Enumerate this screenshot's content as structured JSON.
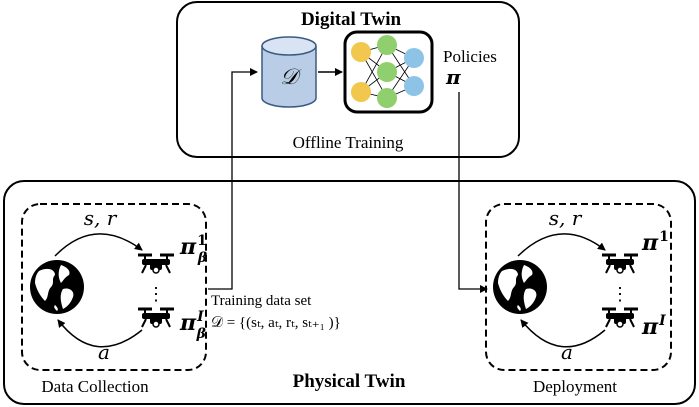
{
  "digital_twin": {
    "title": "Digital Twin",
    "dataset_symbol": "𝒟",
    "policies_label": "Policies",
    "policies_symbol": "π",
    "offline_training_label": "Offline Training"
  },
  "physical_twin": {
    "title": "Physical Twin",
    "training_data_label": "Training data set",
    "training_data_formula": "𝒟 = {(sₜ, aₜ, rₜ, sₜ₊₁ )}"
  },
  "data_collection": {
    "label": "Data Collection",
    "top_arc_label": "s, r",
    "bottom_arc_label": "a",
    "policy_top_main": "π",
    "policy_top_sub": "β",
    "policy_top_sup": "1",
    "policy_bottom_main": "π",
    "policy_bottom_sub": "β",
    "policy_bottom_sup": "I",
    "dots": "⋮"
  },
  "deployment": {
    "label": "Deployment",
    "top_arc_label": "s, r",
    "bottom_arc_label": "a",
    "policy_top_main": "π",
    "policy_top_sup": "1",
    "policy_bottom_main": "π",
    "policy_bottom_sup": "I",
    "dots": "⋮"
  },
  "colors": {
    "cylinder": "#b9cde6",
    "cylinder_edge": "#3b5a82",
    "nn_yellow": "#f2c74e",
    "nn_green": "#8fcf6d",
    "nn_blue": "#8ec3e8"
  }
}
